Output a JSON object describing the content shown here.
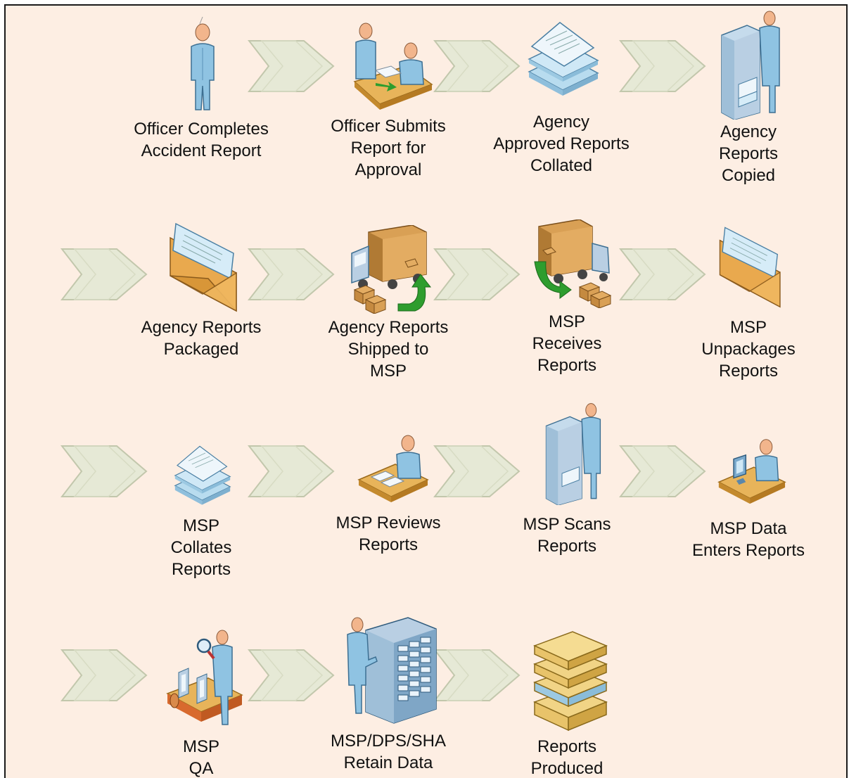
{
  "diagram": {
    "steps": [
      {
        "label": "Officer Completes\nAccident Report",
        "icon": "person-icon"
      },
      {
        "label": "Officer Submits\nReport for\nApproval",
        "icon": "desk-handoff-icon"
      },
      {
        "label": "Agency\nApproved Reports\nCollated",
        "icon": "document-stack-icon"
      },
      {
        "label": "Agency\nReports\nCopied",
        "icon": "copier-icon"
      },
      {
        "label": "Agency Reports\nPackaged",
        "icon": "envelope-icon"
      },
      {
        "label": "Agency Reports\nShipped to\nMSP",
        "icon": "truck-ship-icon"
      },
      {
        "label": "MSP\nReceives\nReports",
        "icon": "truck-receive-icon"
      },
      {
        "label": "MSP\nUnpackages\nReports",
        "icon": "envelope-icon"
      },
      {
        "label": "MSP\nCollates\nReports",
        "icon": "document-stack-icon"
      },
      {
        "label": "MSP Reviews\nReports",
        "icon": "desk-review-icon"
      },
      {
        "label": "MSP Scans\nReports",
        "icon": "scanner-icon"
      },
      {
        "label": "MSP Data\nEnters Reports",
        "icon": "computer-desk-icon"
      },
      {
        "label": "MSP\nQA",
        "icon": "qa-inspection-icon"
      },
      {
        "label": "MSP/DPS/SHA\nRetain Data",
        "icon": "server-rack-icon"
      },
      {
        "label": "Reports\nProduced",
        "icon": "report-stack-icon"
      }
    ],
    "colors": {
      "background": "#fdeee3",
      "arrow_fill": "#e6e9d6",
      "arrow_stroke": "#c2c7ac",
      "person_body": "#8fc3e2",
      "person_head": "#f2b58c",
      "desk": "#e8b45a",
      "paper": "#d6ecf8",
      "envelope": "#e9a94e",
      "box": "#d9a055",
      "green_arrow": "#2e9d2e",
      "machine": "#b9cfe3",
      "gold": "#e8c36a"
    }
  }
}
